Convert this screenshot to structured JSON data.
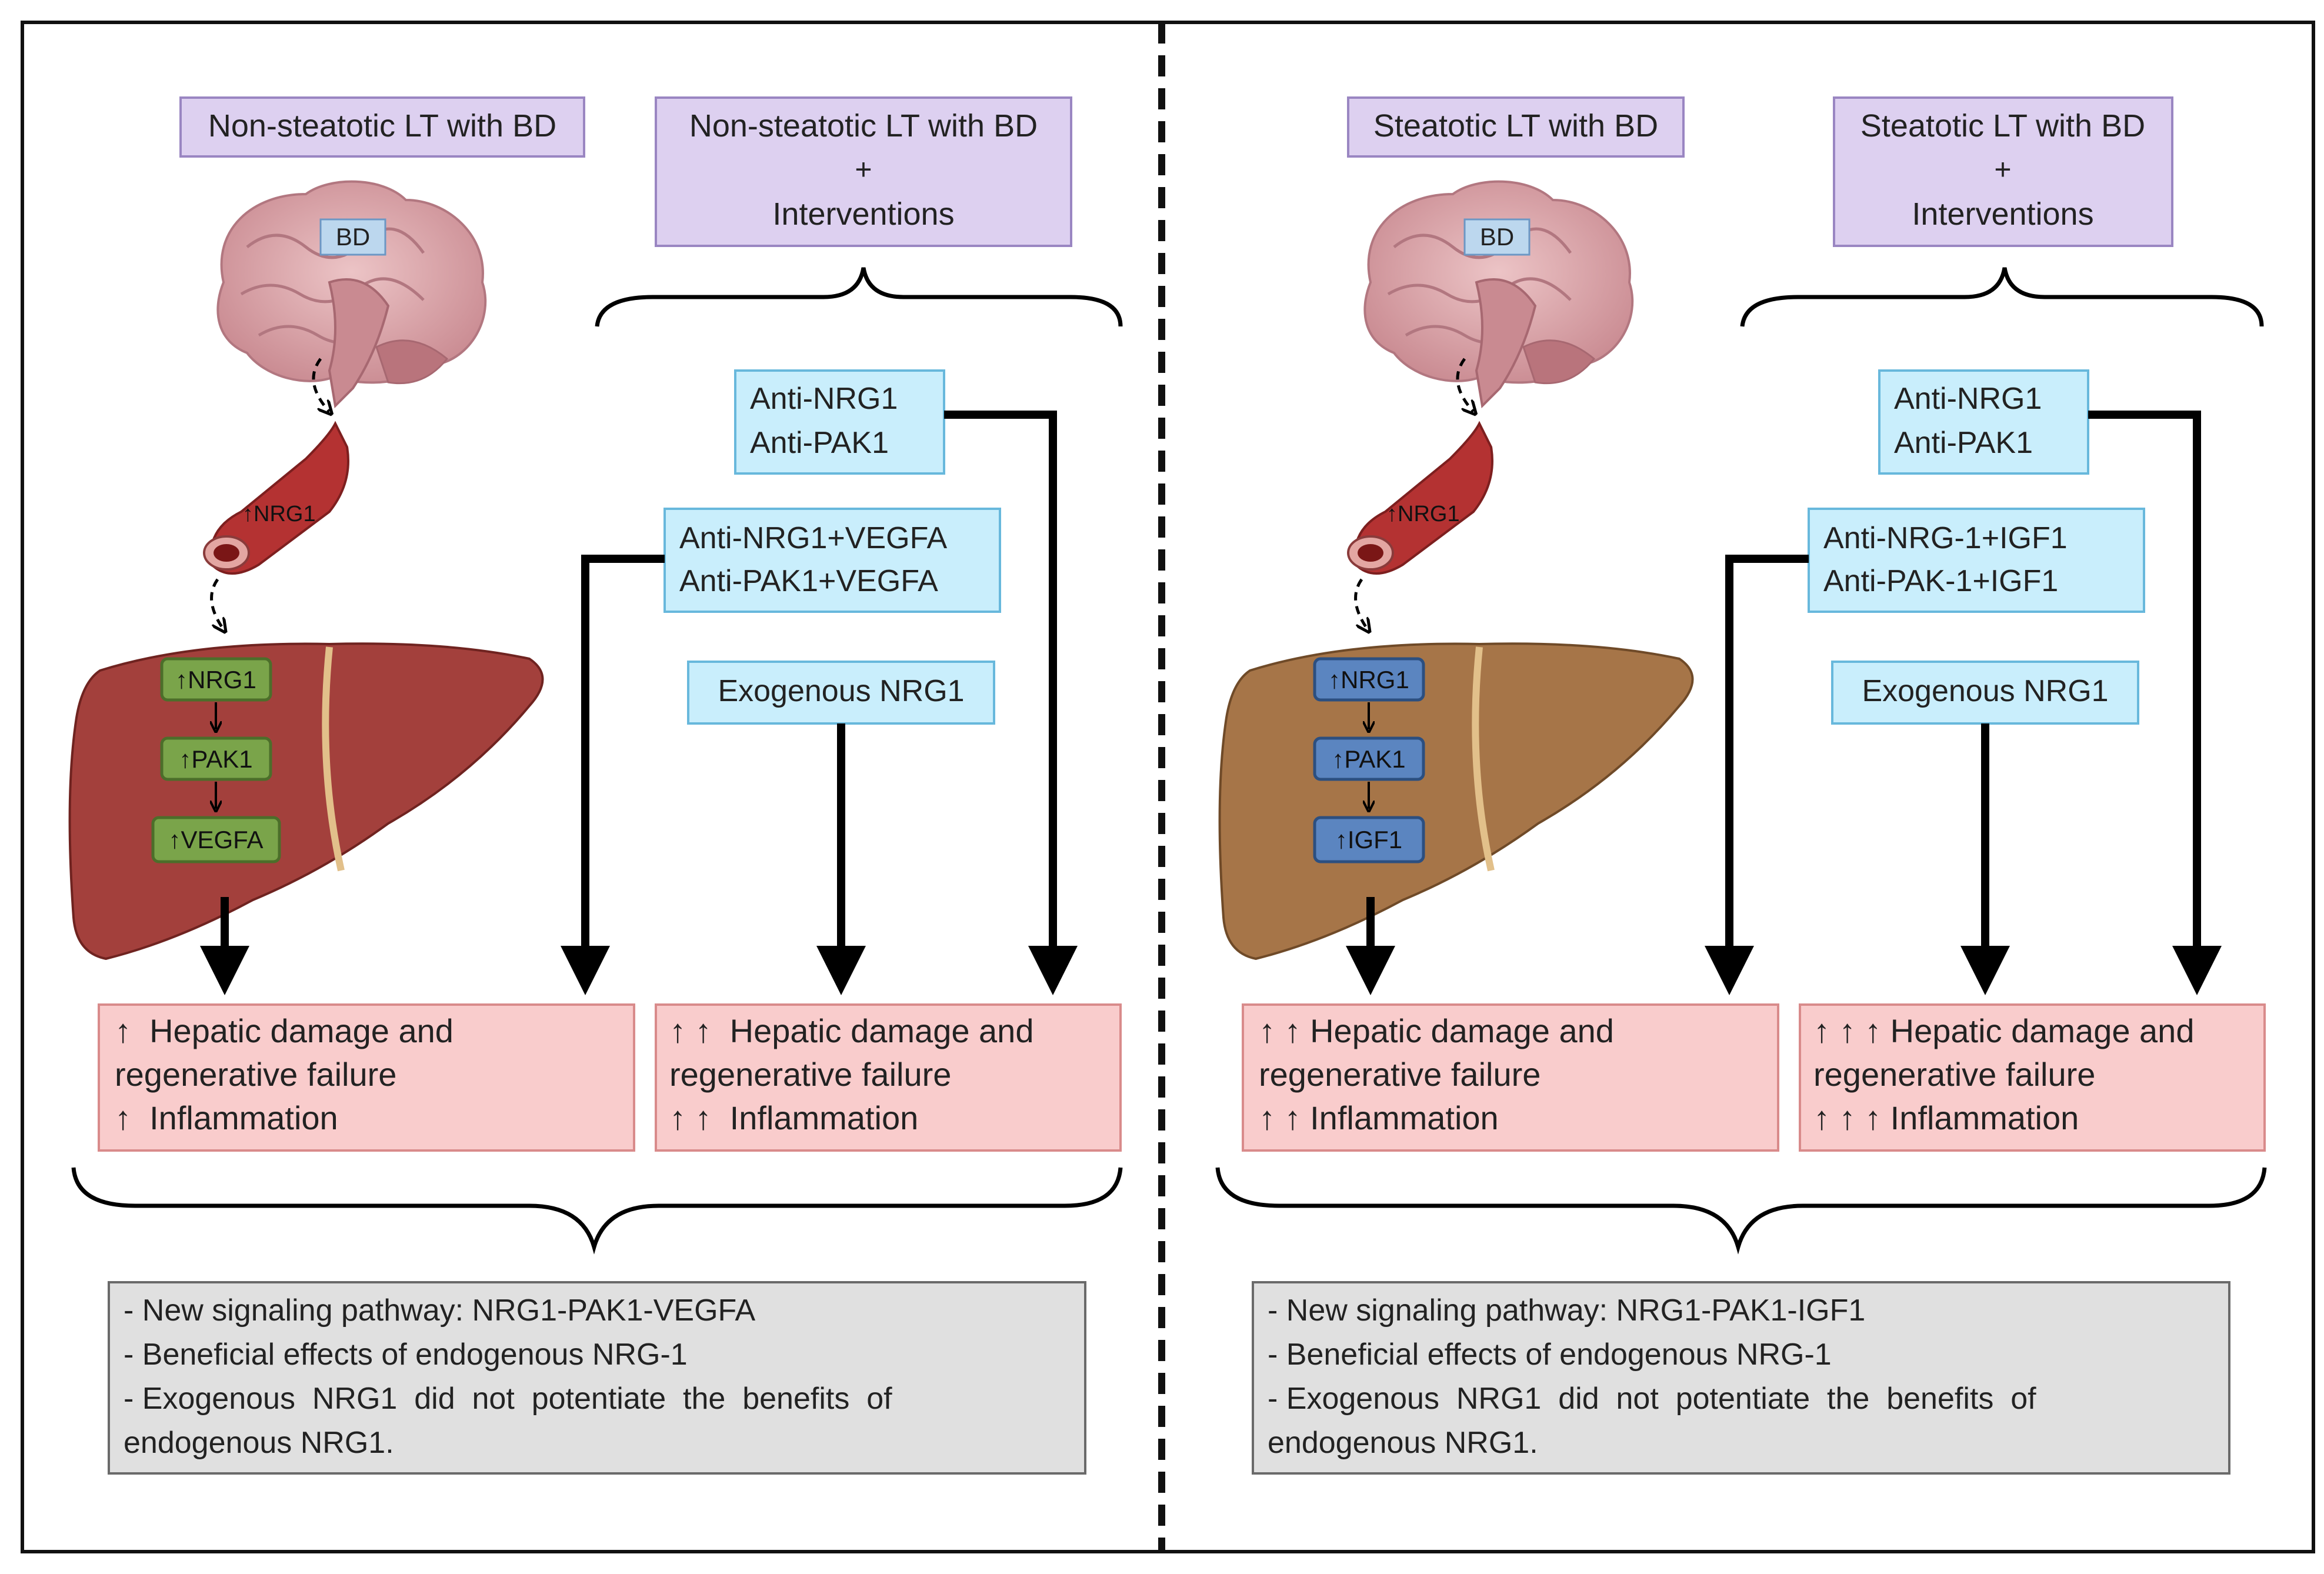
{
  "left": {
    "header_control": "Non-steatotic LT with BD",
    "header_intervention": [
      "Non-steatotic LT with BD",
      "+",
      "Interventions"
    ],
    "brain_label": "BD",
    "vessel_label": "↑NRG1",
    "liver_steps": [
      "↑NRG1",
      "↑PAK1",
      "↑VEGFA"
    ],
    "interventions": {
      "anti": [
        "Anti-NRG1",
        "Anti-PAK1"
      ],
      "combo": [
        "Anti-NRG1+VEGFA",
        "Anti-PAK1+VEGFA"
      ],
      "exogenous": "Exogenous NRG1"
    },
    "outcome_control": [
      "↑  Hepatic damage and",
      "regenerative failure",
      "↑  Inflammation"
    ],
    "outcome_intervention": [
      "↑ ↑  Hepatic damage and",
      "regenerative failure",
      "↑ ↑  Inflammation"
    ],
    "summary": [
      "- New signaling pathway: NRG1-PAK1-VEGFA",
      "- Beneficial effects of endogenous NRG-1",
      "- Exogenous  NRG1  did  not  potentiate  the  benefits  of",
      "endogenous NRG1."
    ]
  },
  "right": {
    "header_control": "Steatotic LT with BD",
    "header_intervention": [
      "Steatotic LT with BD",
      "+",
      "Interventions"
    ],
    "brain_label": "BD",
    "vessel_label": "↑NRG1",
    "liver_steps": [
      "↑NRG1",
      "↑PAK1",
      "↑IGF1"
    ],
    "interventions": {
      "anti": [
        "Anti-NRG1",
        "Anti-PAK1"
      ],
      "combo": [
        "Anti-NRG-1+IGF1",
        "Anti-PAK-1+IGF1"
      ],
      "exogenous": "Exogenous NRG1"
    },
    "outcome_control": [
      "↑ ↑ Hepatic damage and",
      "regenerative failure",
      "↑ ↑ Inflammation"
    ],
    "outcome_intervention": [
      "↑ ↑ ↑ Hepatic damage and",
      "regenerative failure",
      "↑ ↑ ↑ Inflammation"
    ],
    "summary": [
      "- New signaling pathway: NRG1-PAK1-IGF1",
      "- Beneficial effects of endogenous NRG-1",
      "- Exogenous  NRG1  did  not  potentiate  the  benefits  of",
      "endogenous NRG1."
    ]
  },
  "colors": {
    "header_fill": "#ddd0f0",
    "header_stroke": "#9a86c2",
    "intervention_fill": "#c9eefc",
    "intervention_stroke": "#68b8dc",
    "outcome_fill": "#f9cccc",
    "outcome_stroke": "#d98b8b",
    "summary_fill": "#e0e0e0",
    "summary_stroke": "#6a6a6a",
    "liver_normal": "#a3403c",
    "liver_steatotic": "#a67548",
    "step_green": "#7aa44a",
    "step_blue": "#5b85c0",
    "brain": "#d9a3a8"
  }
}
